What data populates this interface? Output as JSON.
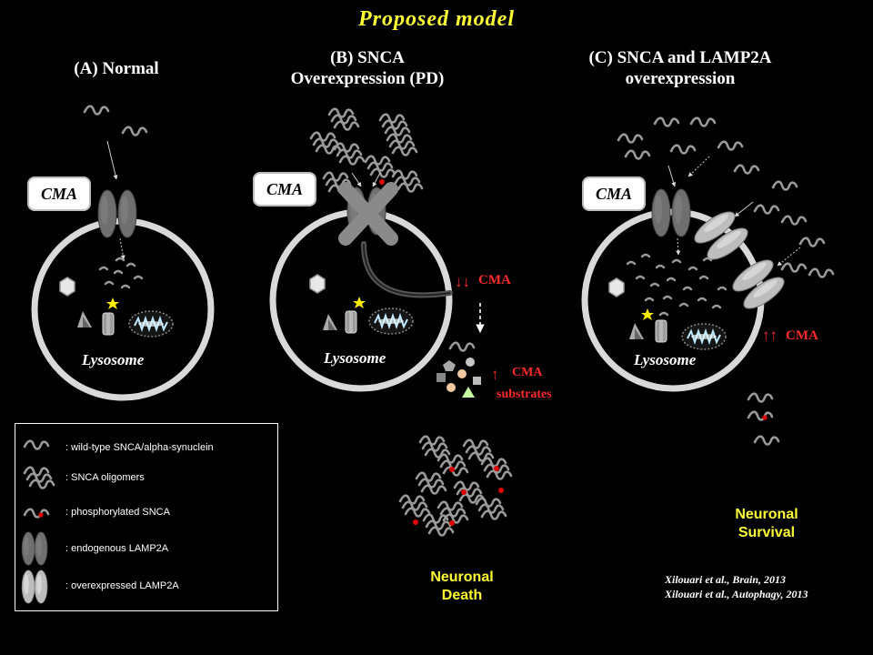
{
  "title": "Proposed  model",
  "panels": {
    "a": {
      "heading": "(A) Normal",
      "cma_label": "CMA",
      "lysosome_label": "Lysosome"
    },
    "b": {
      "heading_line1": "(B) SNCA",
      "heading_line2": "Overexpression (PD)",
      "cma_label": "CMA",
      "lysosome_label": "Lysosome",
      "cma_change": "CMA",
      "cma_change_arrows": "↓↓",
      "substrates_arrow": "↑",
      "substrates_line1": "CMA",
      "substrates_line2": "substrates",
      "outcome_line1": "Neuronal",
      "outcome_line2": "Death"
    },
    "c": {
      "heading_line1": "(C) SNCA and LAMP2A",
      "heading_line2": "overexpression",
      "cma_label": "CMA",
      "lysosome_label": "Lysosome",
      "cma_change": "CMA",
      "cma_change_arrows": "↑↑",
      "outcome_line1": "Neuronal",
      "outcome_line2": "Survival"
    }
  },
  "legend": {
    "items": [
      {
        "label": ": wild-type SNCA/alpha-synuclein",
        "icon": "wild-type-snca-icon"
      },
      {
        "label": ":  SNCA oligomers",
        "icon": "snca-oligomer-icon"
      },
      {
        "label": ": phosphorylated SNCA",
        "icon": "phosphorylated-snca-icon"
      },
      {
        "label": ": endogenous  LAMP2A",
        "icon": "endogenous-lamp2a-icon"
      },
      {
        "label": ": overexpressed LAMP2A",
        "icon": "overexpressed-lamp2a-icon"
      }
    ]
  },
  "citations": [
    "Xilouari et al., Brain, 2013",
    "Xilouari et al., Autophagy, 2013"
  ],
  "colors": {
    "title": "#ffff33",
    "red": "#ff2a2a",
    "protein": "#9a9a9a",
    "lamp2a_endogenous": "#6f6f6f",
    "lamp2a_overexpressed": "#bdbdbd",
    "text": "#ffffff"
  }
}
